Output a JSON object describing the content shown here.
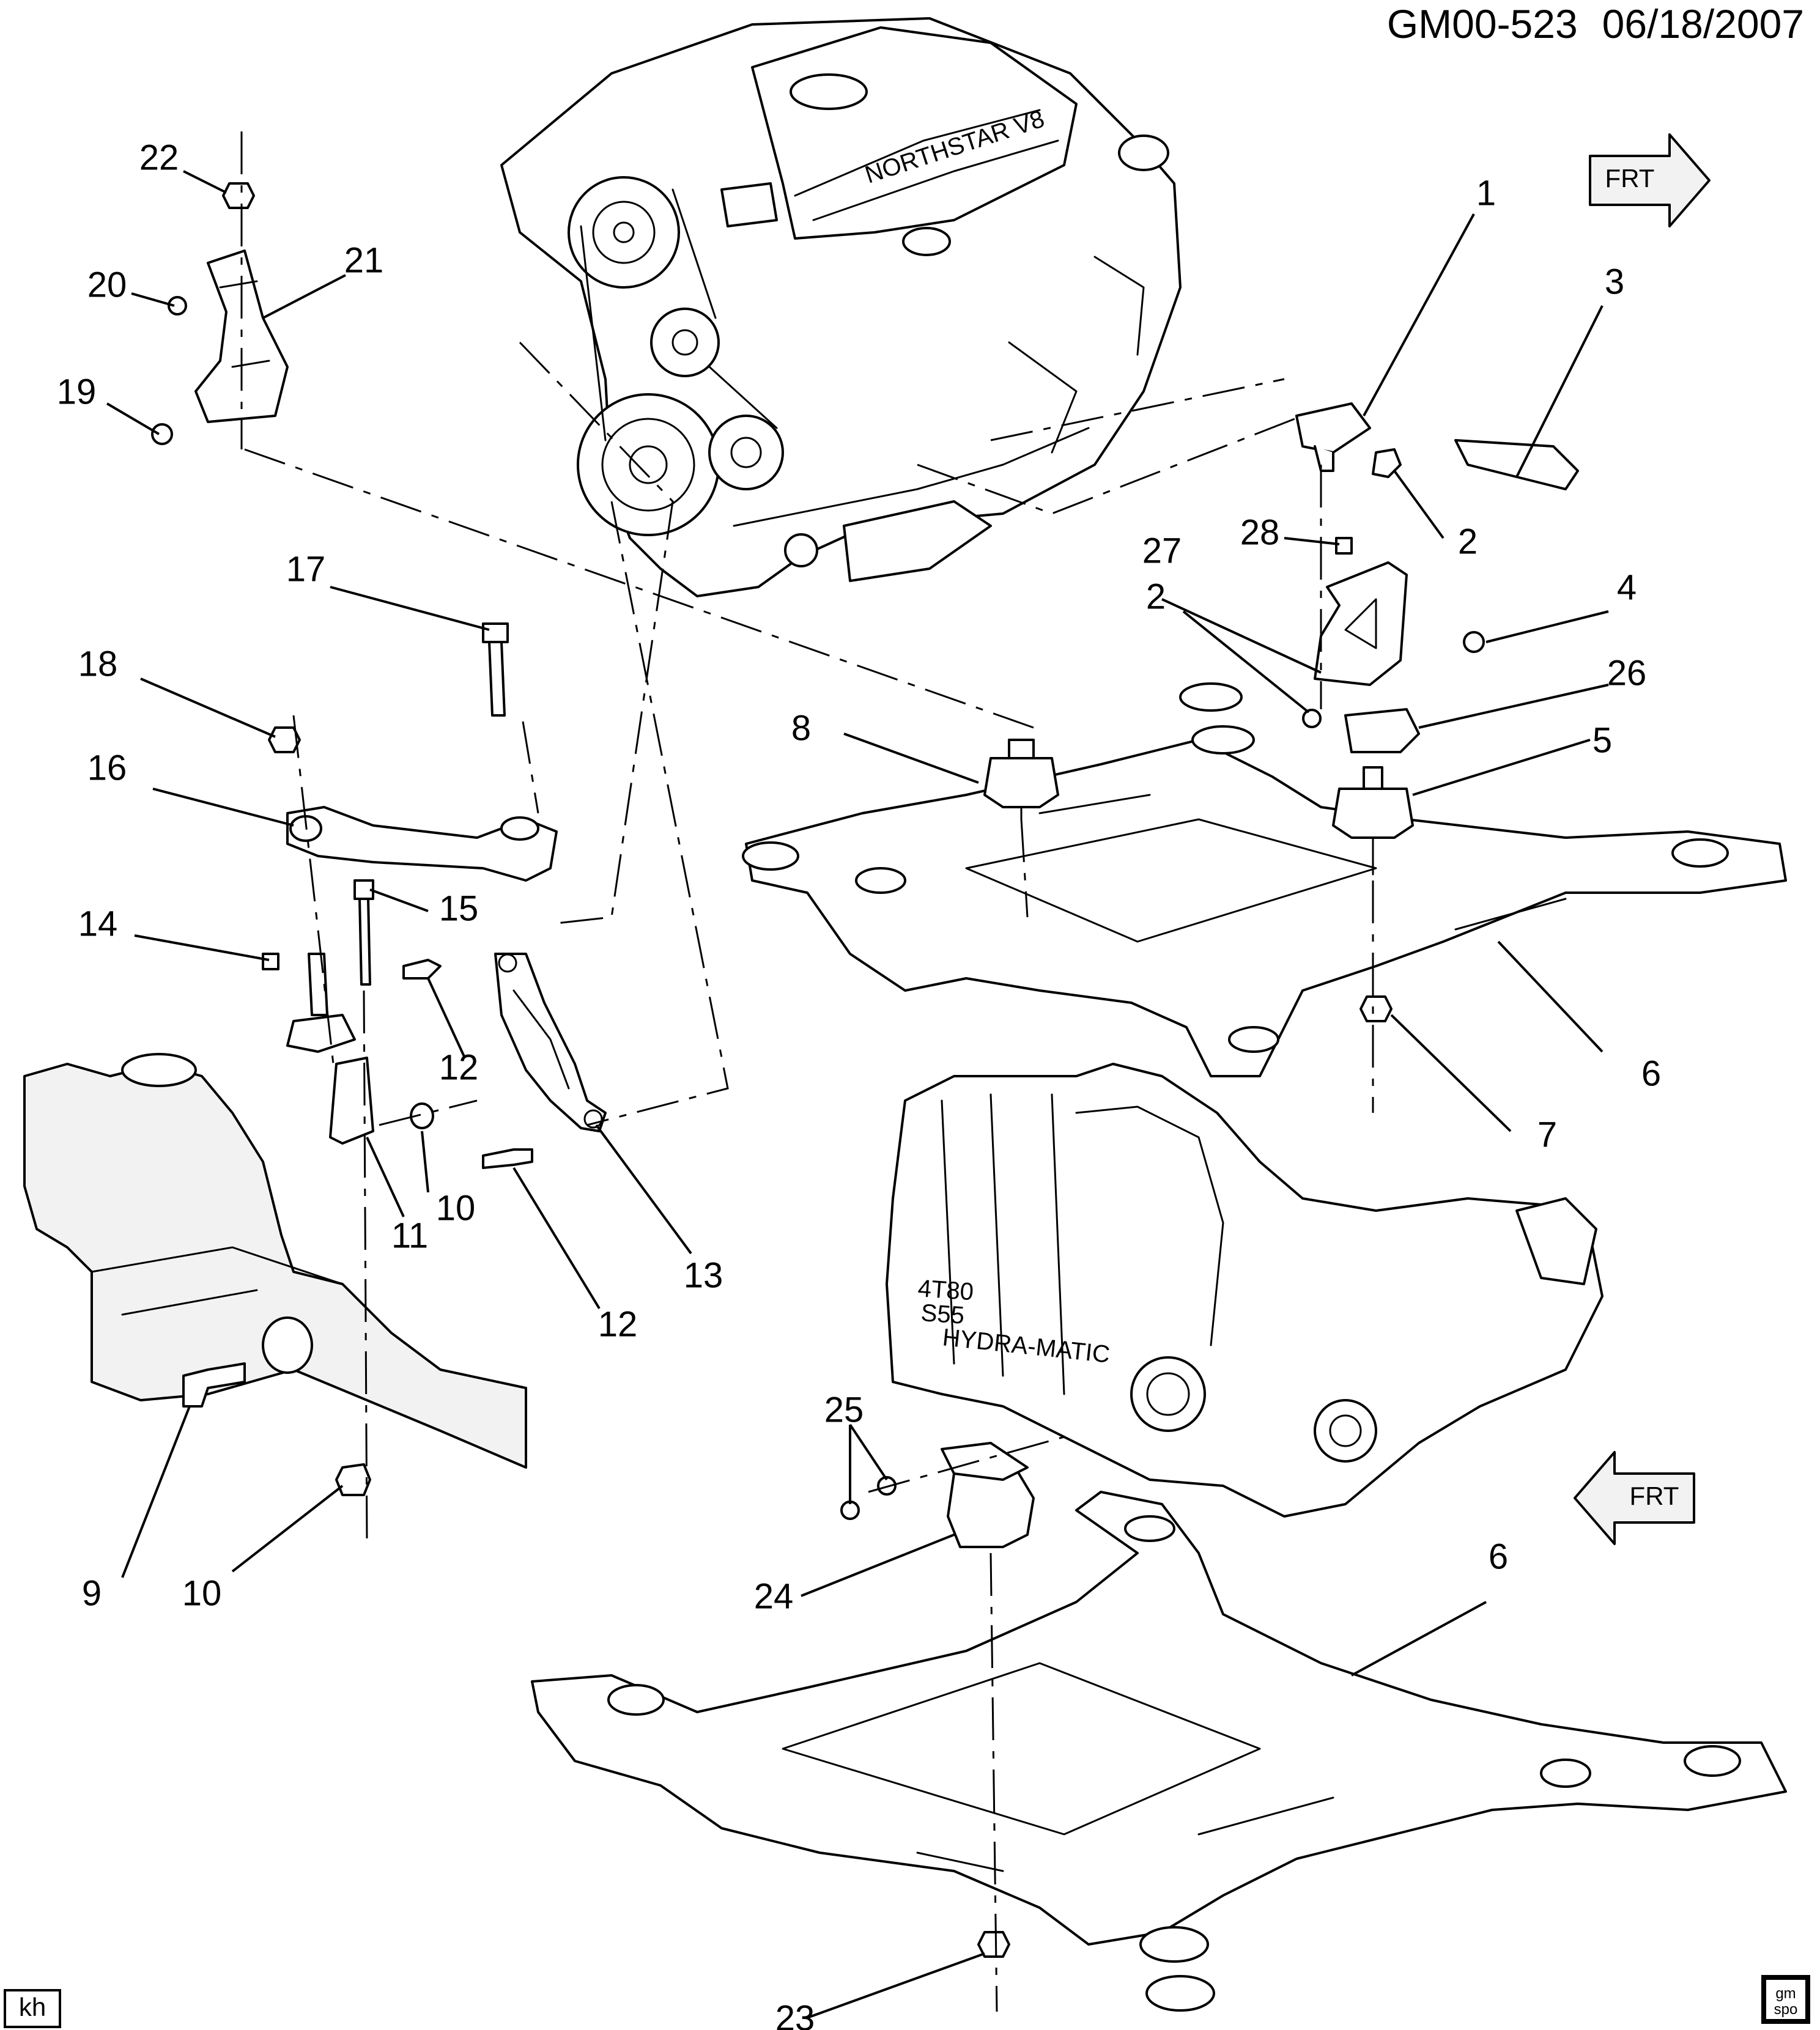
{
  "header": {
    "code": "GM00-523",
    "date": "06/18/2007"
  },
  "engine_label": "NORTHSTAR V8",
  "transmission": {
    "model_top": "4T80",
    "model_bottom": "S55",
    "brand": "HYDRA-MATIC"
  },
  "front_arrows": [
    "FRT",
    "FRT"
  ],
  "corner_tag": "kh",
  "logo": {
    "top": "gm",
    "bottom": "spo"
  },
  "callouts": [
    {
      "id": "1",
      "label": "1"
    },
    {
      "id": "2a",
      "label": "2"
    },
    {
      "id": "2b",
      "label": "2"
    },
    {
      "id": "3",
      "label": "3"
    },
    {
      "id": "4",
      "label": "4"
    },
    {
      "id": "5",
      "label": "5"
    },
    {
      "id": "6a",
      "label": "6"
    },
    {
      "id": "6b",
      "label": "6"
    },
    {
      "id": "7",
      "label": "7"
    },
    {
      "id": "8",
      "label": "8"
    },
    {
      "id": "9",
      "label": "9"
    },
    {
      "id": "10a",
      "label": "10"
    },
    {
      "id": "10b",
      "label": "10"
    },
    {
      "id": "11",
      "label": "11"
    },
    {
      "id": "12a",
      "label": "12"
    },
    {
      "id": "12b",
      "label": "12"
    },
    {
      "id": "13",
      "label": "13"
    },
    {
      "id": "14",
      "label": "14"
    },
    {
      "id": "15",
      "label": "15"
    },
    {
      "id": "16",
      "label": "16"
    },
    {
      "id": "17",
      "label": "17"
    },
    {
      "id": "18",
      "label": "18"
    },
    {
      "id": "19",
      "label": "19"
    },
    {
      "id": "20",
      "label": "20"
    },
    {
      "id": "21",
      "label": "21"
    },
    {
      "id": "22",
      "label": "22"
    },
    {
      "id": "23",
      "label": "23"
    },
    {
      "id": "24",
      "label": "24"
    },
    {
      "id": "25",
      "label": "25"
    },
    {
      "id": "26",
      "label": "26"
    },
    {
      "id": "27",
      "label": "27"
    },
    {
      "id": "28",
      "label": "28"
    }
  ]
}
